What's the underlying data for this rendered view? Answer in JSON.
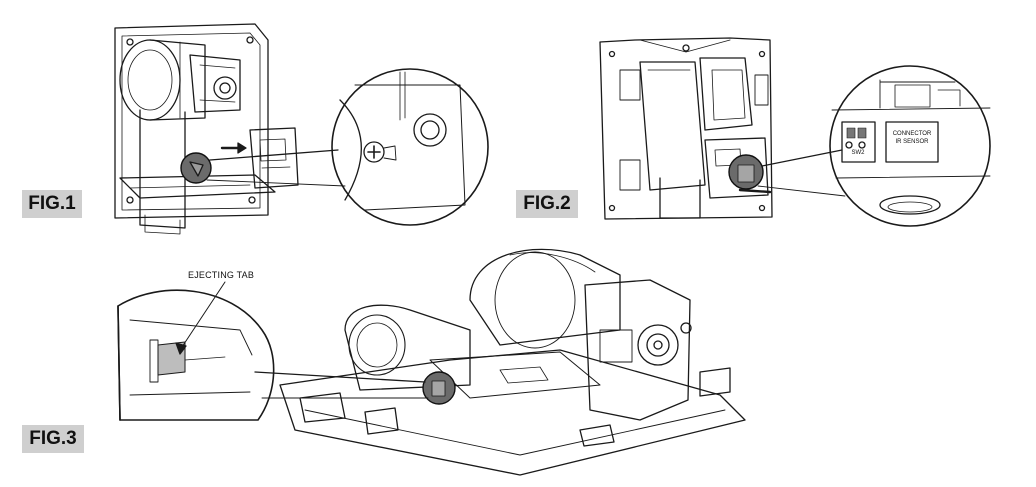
{
  "figures": {
    "fig1": {
      "label": "FIG.1"
    },
    "fig2": {
      "label": "FIG.2",
      "switch_label": "SW2",
      "connector_label_line1": "CONNECTOR",
      "connector_label_line2": "IR SENSOR"
    },
    "fig3": {
      "label": "FIG.3",
      "callout": "EJECTING TAB"
    }
  },
  "colors": {
    "line": "#1a1a1a",
    "label_bg": "#cfcfcf",
    "highlight": "#6b6b6b"
  }
}
